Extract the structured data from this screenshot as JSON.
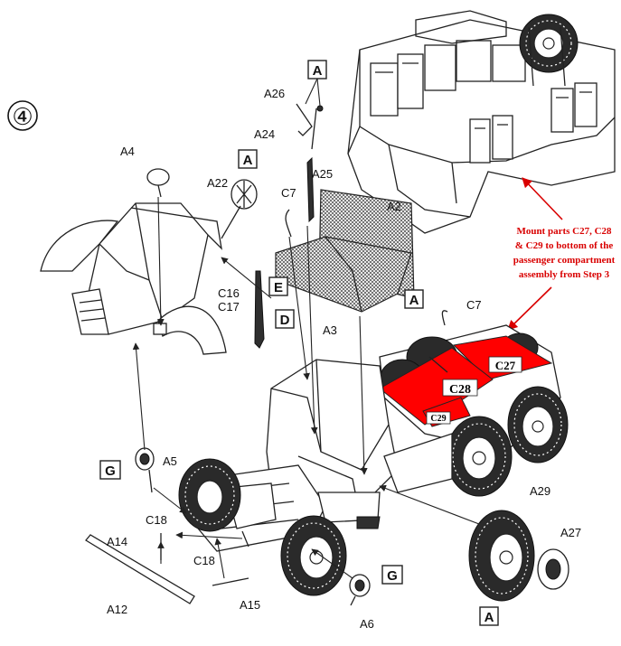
{
  "step_number": "④",
  "parts": {
    "A2": "A2",
    "A3": "A3",
    "A4": "A4",
    "A5": "A5",
    "A6": "A6",
    "A12": "A12",
    "A14": "A14",
    "A15": "A15",
    "A22": "A22",
    "A24": "A24",
    "A25": "A25",
    "A26": "A26",
    "A27": "A27",
    "A29": "A29",
    "C7_top": "C7",
    "C7_right": "C7",
    "C16": "C16",
    "C17": "C17",
    "C18_left": "C18",
    "C18_bottom": "C18"
  },
  "sprue_tags": {
    "A_top": "A",
    "A_wheel": "A",
    "A_seat": "A",
    "A_bottom": "A",
    "E": "E",
    "D": "D",
    "G_left": "G",
    "G_right": "G"
  },
  "highlight_parts": {
    "C27": "C27",
    "C28": "C28",
    "C29": "C29"
  },
  "annotation": {
    "lines": [
      "Mount parts C27, C28",
      "& C29 to bottom of the",
      "passenger compartment",
      "assembly from Step 3"
    ]
  },
  "colors": {
    "highlight": "#ff0000",
    "annotation": "#d90000",
    "ink": "#222222"
  }
}
